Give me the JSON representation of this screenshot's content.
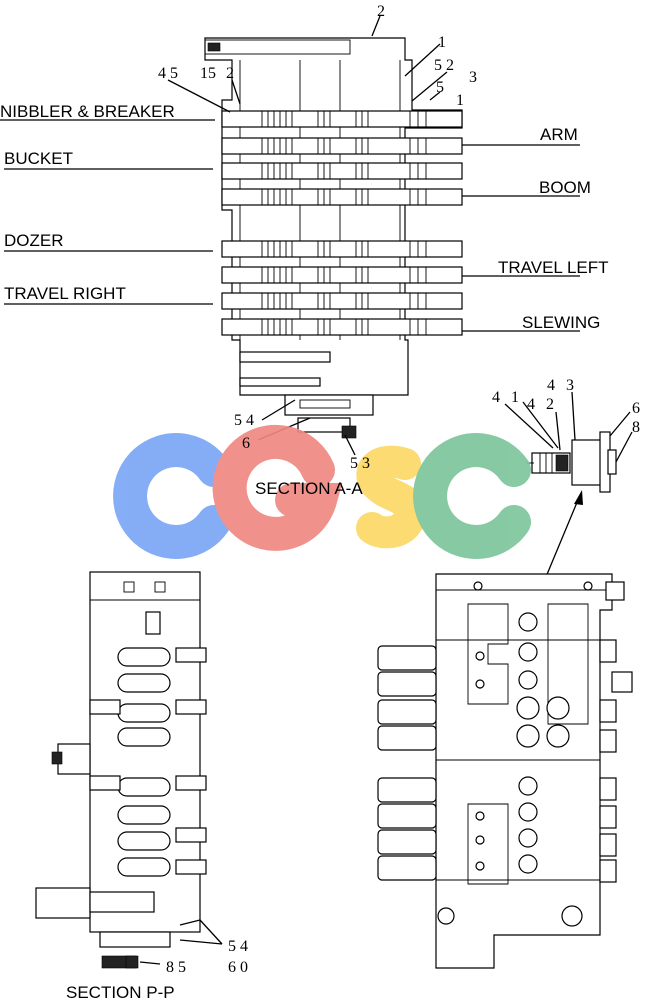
{
  "sections": {
    "aa": {
      "title": "SECTION  A-A",
      "labels_left": [
        "NIBBLER & BREAKER",
        "BUCKET",
        "DOZER",
        "TRAVEL RIGHT"
      ],
      "labels_right": [
        "ARM",
        "BOOM",
        "TRAVEL LEFT",
        "SLEWING"
      ],
      "callouts": [
        "2",
        "1",
        "4 5",
        "15",
        "2",
        "5 2",
        "5",
        "1",
        "3",
        "5 4",
        "6",
        "5 3"
      ]
    },
    "detail": {
      "callouts": [
        "4",
        "1",
        "4",
        "2",
        "4",
        "3",
        "6",
        "8"
      ]
    },
    "pp": {
      "title": "SECTION   P-P",
      "callouts": [
        "5 4",
        "6 0",
        "8 5"
      ]
    }
  },
  "watermark": {
    "text": "CGSC",
    "colors": [
      "#7ba7f5",
      "#ef8882",
      "#fbd867",
      "#7dc59c"
    ]
  }
}
